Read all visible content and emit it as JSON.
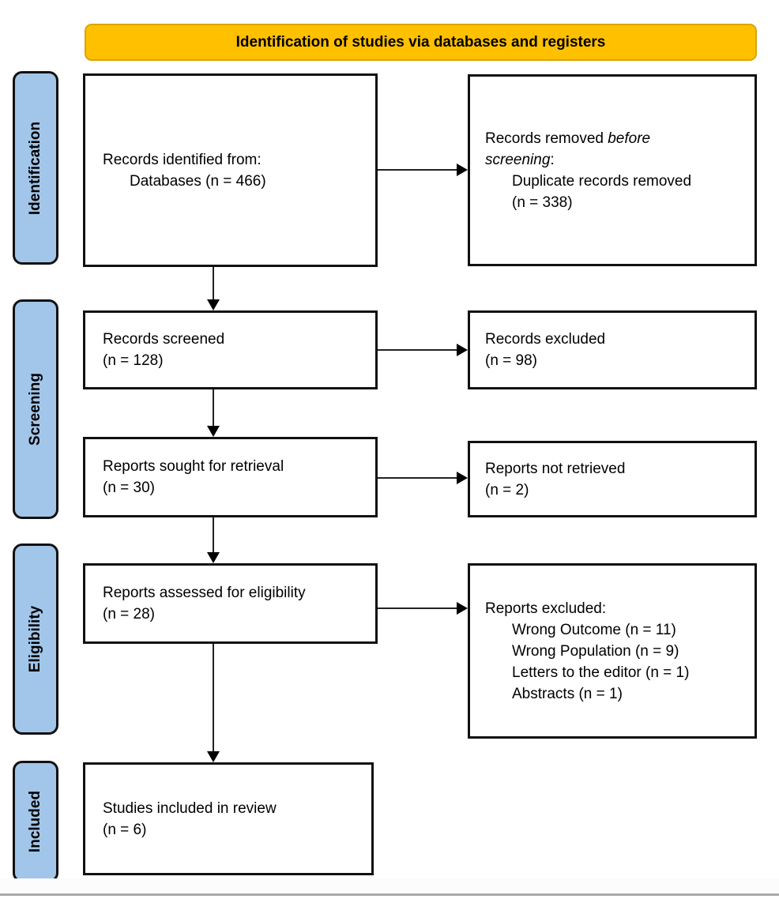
{
  "title": {
    "text": "Identification of studies via databases and registers"
  },
  "colors": {
    "banner_fill": "#FFC000",
    "banner_border": "#D9A50A",
    "stage_fill": "#A2C6E9",
    "box_border": "#111111",
    "arrow": "#000000"
  },
  "stages": {
    "identification": "Identification",
    "screening": "Screening",
    "eligibility": "Eligibility",
    "included": "Included"
  },
  "boxes": {
    "records_identified": {
      "line1": "Records identified from:",
      "line2": "Databases (n = 466)"
    },
    "records_removed": {
      "line1_text": "Records removed ",
      "line1_italic": "before",
      "line2_italic": "screening",
      "line2_text": ":",
      "line3": "Duplicate records removed",
      "line4": "(n = 338)"
    },
    "records_screened": {
      "line1": "Records screened",
      "line2": "(n = 128)"
    },
    "records_excluded": {
      "line1": "Records excluded",
      "line2": "(n = 98)"
    },
    "reports_sought": {
      "line1": "Reports sought for retrieval",
      "line2": "(n = 30)"
    },
    "reports_not_retrieved": {
      "line1": "Reports not retrieved",
      "line2": "(n = 2)"
    },
    "reports_assessed": {
      "line1": "Reports assessed for eligibility",
      "line2": "(n = 28)"
    },
    "reports_excluded": {
      "line1": "Reports excluded:",
      "line2": "Wrong Outcome (n = 11)",
      "line3": "Wrong Population (n = 9)",
      "line4": "Letters to the editor (n = 1)",
      "line5": "Abstracts (n = 1)"
    },
    "studies_included": {
      "line1": "Studies included in review",
      "line2": "(n = 6)"
    }
  }
}
